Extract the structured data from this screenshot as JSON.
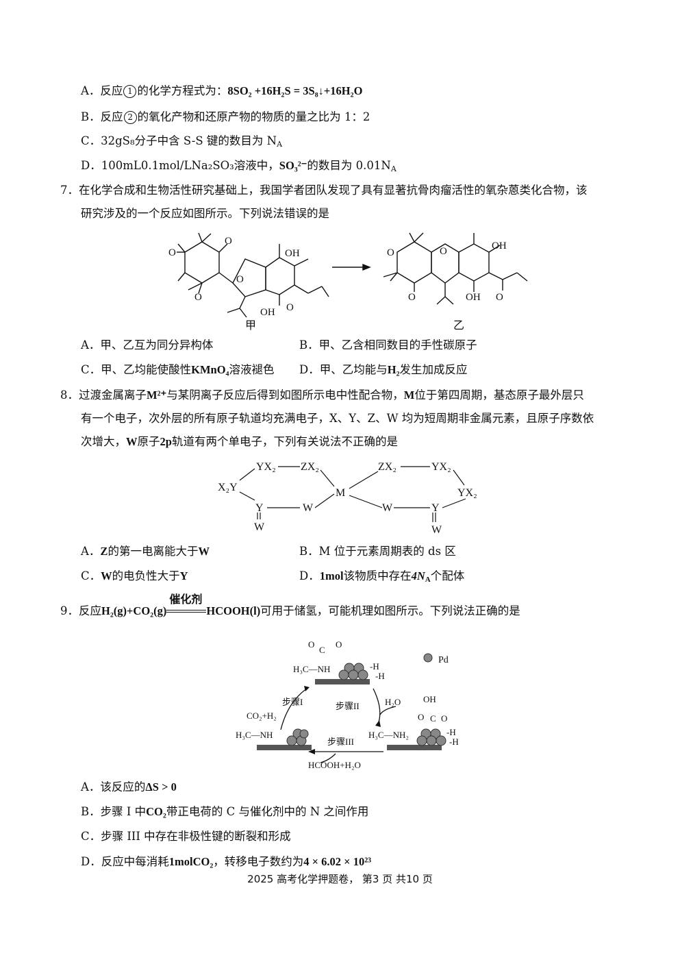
{
  "q6": {
    "optA_prefix": "A．反应",
    "optA_circ": "1",
    "optA_mid": "的化学方程式为：",
    "optA_eq": "8SO₂ +16H₂S = 3S₈↓+16H₂O",
    "optB_prefix": "B．反应",
    "optB_circ": "2",
    "optB_rest": "的氧化产物和还原产物的物质的量之比为 1：2",
    "optC": "C．32gS₈分子中含 S-S 键的数目为 N",
    "optC_sub": "A",
    "optD_pre": "D．100mL0.1mol/LNa₂SO₃溶液中，",
    "optD_ion": "SO₃²⁻",
    "optD_rest": "的数目为 0.01N",
    "optD_sub": "A"
  },
  "q7": {
    "stem1": "7．在化学合成和生物活性研究基础上，我国学者团队发现了具有显著抗骨肉瘤活性的氧杂蒽类化合物，该",
    "stem2": "研究涉及的一个反应如图所示。下列说法错误的是",
    "label_jia": "甲",
    "label_yi": "乙",
    "optA": "A．甲、乙互为同分异构体",
    "optB": "B．甲、乙含相同数目的手性碳原子",
    "optC_pre": "C．甲、乙均能使酸性",
    "optC_b": "KMnO₄",
    "optC_post": "溶液褪色",
    "optD_pre": "D．甲、乙均能与",
    "optD_b": "H₂",
    "optD_post": "发生加成反应",
    "mol_OH": "OH",
    "mol_O": "O"
  },
  "q8": {
    "stem1_pre": "8．过渡金属离子",
    "stem1_b": "M²⁺",
    "stem1_mid": "与某阴离子反应后得到如图所示电中性配合物，",
    "stem1_b2": "M",
    "stem1_post": "位于第四周期，基态原子最外层只",
    "stem2": "有一个电子，次外层的所有原子轨道均充满电子，X、Y、Z、W 均为短周期非金属元素，且原子序数依",
    "stem3_pre": "次增大，",
    "stem3_b": "W",
    "stem3_mid": "原子",
    "stem3_b2": "2p",
    "stem3_post": "轨道有两个单电子，下列有关说法不正确的是",
    "fig": {
      "yx2": "YX₂",
      "zx2": "ZX₂",
      "x2y": "X₂Y",
      "m": "M",
      "w": "W",
      "y": "Y"
    },
    "optA_pre": "A．",
    "optA_b": "Z",
    "optA_post": "的第一电离能大于",
    "optA_b2": "W",
    "optB": "B．M 位于元素周期表的 ds 区",
    "optC_pre": "C．",
    "optC_b": "W",
    "optC_mid": "的电负性大于",
    "optC_b2": "Y",
    "optD_pre": "D．",
    "optD_b": "1mol",
    "optD_mid": "该物质中存在",
    "optD_b2": "4N",
    "optD_sub": "A",
    "optD_post": "个配体"
  },
  "q9": {
    "stem_pre": "9．反应",
    "stem_eq": "H₂(g)+CO₂(g)",
    "stem_cat": "催化剂",
    "stem_prod": "HCOOH(l)",
    "stem_post": "可用于储氢，可能机理如图所示。下列说法正确的是",
    "fig": {
      "pd": "Pd",
      "step1": "步骤I",
      "step2": "步骤II",
      "step3": "步骤III",
      "co2h2": "CO₂+H₂",
      "h2o": "H₂O",
      "products": "HCOOH+H₂O",
      "h3c_nh": "H₃C—NH",
      "h3c_nh2": "H₃C—NH₂",
      "h": "-H",
      "o": "O",
      "c": "C",
      "oh": "OH"
    },
    "optA_pre": "A．该反应的",
    "optA_b": "ΔS > 0",
    "optB_pre": "B．步骤 I 中",
    "optB_b": "CO₂",
    "optB_post": "带正电荷的 C 与催化剂中的 N 之间作用",
    "optC": "C．步骤 III 中存在非极性键的断裂和形成",
    "optD_pre": "D．反应中每消耗",
    "optD_b": "1molCO₂",
    "optD_mid": "，转移电子数约为",
    "optD_b2": "4 × 6.02 × 10²³"
  },
  "footer": "2025 高考化学押题卷，  第3 页  共10 页"
}
